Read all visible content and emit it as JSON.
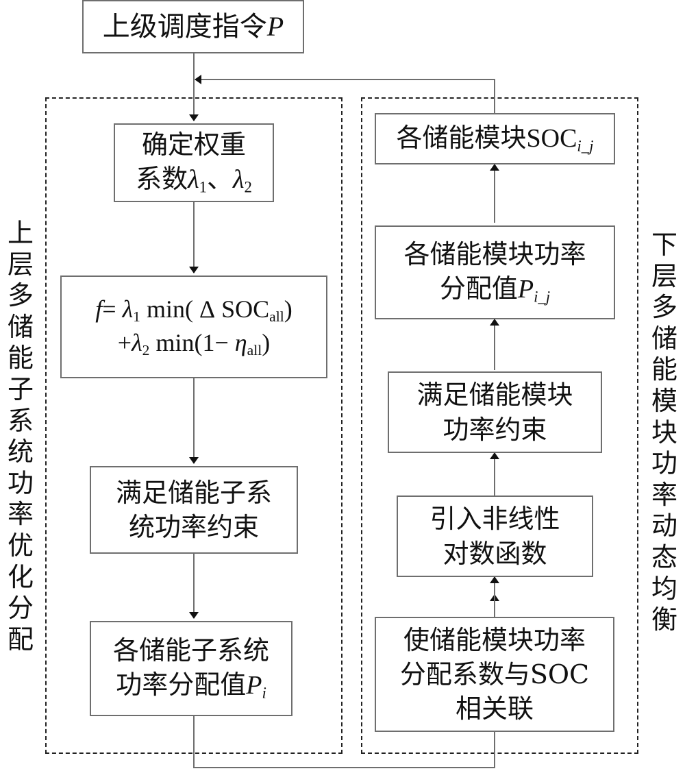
{
  "top_command": {
    "text": "上级调度指令",
    "var": "P"
  },
  "left_group": {
    "label": "上层多储能子系统功率优化分配",
    "weights": {
      "line1": "确定权重",
      "line2_prefix": "系数",
      "l1": "λ",
      "l1_sub": "1",
      "sep": "、",
      "l2": "λ",
      "l2_sub": "2"
    },
    "objective": {
      "f": "f",
      "eq": "=",
      "lam1": "λ",
      "lam1_sub": "1",
      "min1": "min(",
      "delta": "Δ",
      "soc": "SOC",
      "soc_sub": "all",
      "close1": ")",
      "plus": "+",
      "lam2": "λ",
      "lam2_sub": "2",
      "min2": "min(1−",
      "eta": "η",
      "eta_sub": "all",
      "close2": ")"
    },
    "constraint": {
      "line1": "满足储能子系",
      "line2": "统功率约束"
    },
    "allocation": {
      "line1": "各储能子系统",
      "line2_prefix": "功率分配值",
      "var": "P",
      "var_sub": "i"
    }
  },
  "right_group": {
    "label": "下层多储能模块功率动态均衡",
    "soc_box": {
      "prefix": "各储能模块",
      "soc": "SOC",
      "sub": "i_j"
    },
    "power_box": {
      "line1": "各储能模块功率",
      "line2_prefix": "分配值",
      "var": "P",
      "sub": "i_j"
    },
    "constraint": {
      "line1": "满足储能模块",
      "line2": "功率约束"
    },
    "nonlinear": {
      "line1": "引入非线性",
      "line2": "对数函数"
    },
    "correlate": {
      "line1": "使储能模块功率",
      "line2": "分配系数与SOC",
      "line3": "相关联"
    }
  }
}
